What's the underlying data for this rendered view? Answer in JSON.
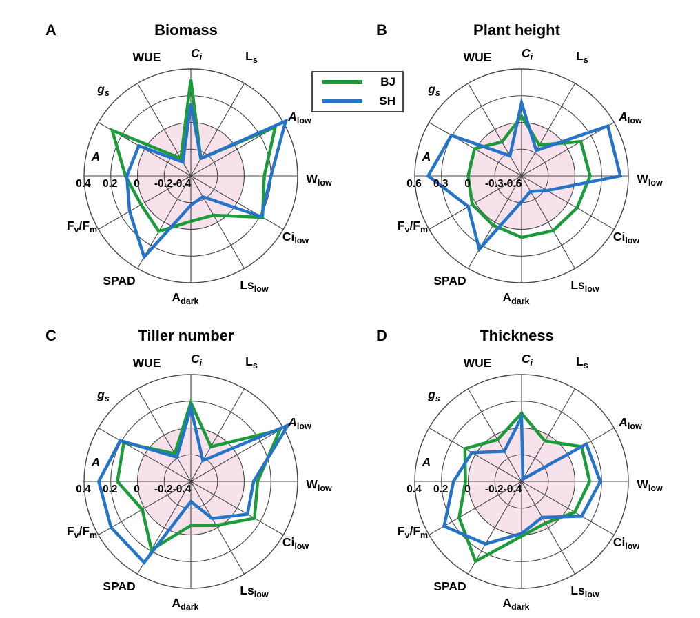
{
  "figure": {
    "description": "Four radar (spider) charts comparing correlation profiles of two rice cultivars (BJ, SH) across 12 physiological traits for four growth parameters.",
    "background": "#ffffff"
  },
  "legend": {
    "items": [
      {
        "label": "BJ",
        "color": "#1d9b3a"
      },
      {
        "label": "SH",
        "color": "#2574c8"
      }
    ],
    "border_color": "#4a4a4a"
  },
  "style": {
    "grid_color": "#454545",
    "negative_zone_fill": "#f7e2ec",
    "text_color": "#000000",
    "line_width": 4.5
  },
  "axes_rich": [
    [
      {
        "t": "C",
        "it": 1
      },
      {
        "t": "i",
        "s": 1,
        "it": 1
      }
    ],
    [
      {
        "t": "L"
      },
      {
        "t": "s",
        "s": 1
      }
    ],
    [
      {
        "t": "A",
        "it": 1
      },
      {
        "t": "low",
        "s": 1
      }
    ],
    [
      {
        "t": "W"
      },
      {
        "t": "low",
        "s": 1
      }
    ],
    [
      {
        "t": "Ci"
      },
      {
        "t": "low",
        "s": 1
      }
    ],
    [
      {
        "t": "Ls"
      },
      {
        "t": "low",
        "s": 1
      }
    ],
    [
      {
        "t": "A"
      },
      {
        "t": "dark",
        "s": 1
      }
    ],
    [
      {
        "t": "SPAD"
      }
    ],
    [
      {
        "t": "F"
      },
      {
        "t": "v",
        "s": 1
      },
      {
        "t": "/F"
      },
      {
        "t": "m",
        "s": 1
      }
    ],
    [
      {
        "t": "A",
        "it": 1
      }
    ],
    [
      {
        "t": "g",
        "it": 1
      },
      {
        "t": "s",
        "s": 1,
        "it": 1
      }
    ],
    [
      {
        "t": "WUE"
      }
    ]
  ],
  "chart_data": [
    {
      "type": "radar",
      "panel_label": "A",
      "title": "Biomass",
      "axes": [
        "Ci",
        "Ls",
        "Alow",
        "Wlow",
        "Cilow",
        "Lslow",
        "Adark",
        "SPAD",
        "Fv/Fm",
        "A",
        "gs",
        "WUE"
      ],
      "tick_labels": [
        "0.4",
        "0.2",
        "0",
        "-0.2",
        "-0.4"
      ],
      "axis_min": -0.4,
      "axis_max": 0.4,
      "series": [
        {
          "name": "BJ",
          "values": [
            0.32,
            -0.25,
            0.33,
            0.15,
            0.22,
            -0.06,
            -0.06,
            0.08,
            0.03,
            0.09,
            0.28,
            -0.25
          ]
        },
        {
          "name": "SH",
          "values": [
            0.14,
            -0.25,
            0.42,
            0.2,
            0.21,
            -0.22,
            -0.18,
            0.3,
            0.13,
            0.08,
            0.05,
            -0.28
          ]
        }
      ]
    },
    {
      "type": "radar",
      "panel_label": "B",
      "title": "Plant height",
      "axes": [
        "Ci",
        "Ls",
        "Alow",
        "Wlow",
        "Cilow",
        "Lslow",
        "Adark",
        "SPAD",
        "Fv/Fm",
        "A",
        "gs",
        "WUE"
      ],
      "tick_labels": [
        "0.6",
        "0.3",
        "0",
        "-0.3",
        "-0.6"
      ],
      "axis_min": -0.6,
      "axis_max": 0.6,
      "series": [
        {
          "name": "BJ",
          "values": [
            0.07,
            -0.2,
            0.17,
            0.17,
            0.12,
            0.11,
            0.09,
            0.04,
            0.04,
            0.0,
            0.01,
            -0.16
          ]
        },
        {
          "name": "SH",
          "values": [
            0.22,
            -0.27,
            0.52,
            0.51,
            -0.27,
            -0.4,
            -0.31,
            0.35,
            0.09,
            0.45,
            0.31,
            -0.34
          ]
        }
      ]
    },
    {
      "type": "radar",
      "panel_label": "C",
      "title": "Tiller number",
      "axes": [
        "Ci",
        "Ls",
        "Alow",
        "Wlow",
        "Cilow",
        "Lslow",
        "Adark",
        "SPAD",
        "Fv/Fm",
        "A",
        "gs",
        "WUE"
      ],
      "tick_labels": [
        "0.4",
        "0.2",
        "0",
        "-0.2",
        "-0.4"
      ],
      "axis_min": -0.4,
      "axis_max": 0.4,
      "series": [
        {
          "name": "BJ",
          "values": [
            0.19,
            -0.1,
            0.37,
            0.1,
            0.15,
            -0.02,
            -0.07,
            0.19,
            0.02,
            0.15,
            0.18,
            -0.16
          ]
        },
        {
          "name": "SH",
          "values": [
            0.15,
            -0.22,
            0.44,
            0.07,
            0.09,
            -0.08,
            -0.25,
            0.3,
            0.29,
            0.29,
            0.21,
            -0.19
          ]
        }
      ]
    },
    {
      "type": "radar",
      "panel_label": "D",
      "title": "Thickness",
      "axes": [
        "Ci",
        "Ls",
        "Alow",
        "Wlow",
        "Cilow",
        "Lslow",
        "Adark",
        "SPAD",
        "Fv/Fm",
        "A",
        "gs",
        "WUE"
      ],
      "tick_labels": [
        "0.4",
        "0.2",
        "0",
        "-0.2",
        "-0.4"
      ],
      "axis_min": -0.4,
      "axis_max": 0.4,
      "series": [
        {
          "name": "BJ",
          "values": [
            0.11,
            -0.05,
            0.12,
            0.11,
            0.06,
            -0.04,
            0.01,
            0.29,
            0.14,
            0.02,
            0.09,
            -0.04
          ]
        },
        {
          "name": "SH",
          "values": [
            0.08,
            -0.38,
            0.16,
            0.19,
            0.12,
            -0.09,
            -0.01,
            0.14,
            0.27,
            0.11,
            0.03,
            -0.14
          ]
        }
      ]
    }
  ]
}
